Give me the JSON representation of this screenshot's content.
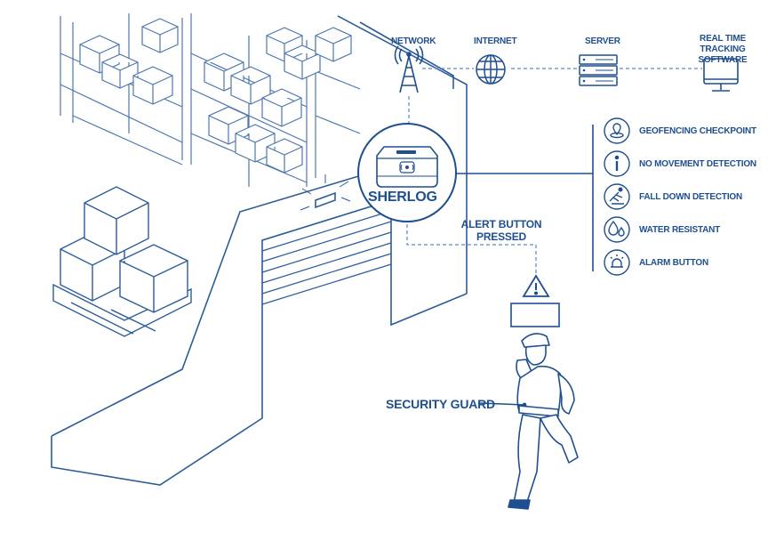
{
  "network_label": "NETWORK",
  "internet_label": "INTERNET",
  "server_label": "SERVER",
  "rtt_label": "REAL TIME TRACKING SOFTWARE",
  "device_label": "SHERLOG",
  "alert_label": "ALERT BUTTON PRESSED",
  "guard_label": "SECURITY GUARD",
  "features": [
    {
      "label": "GEOFENCING CHECKPOINT",
      "icon": "geofence-icon"
    },
    {
      "label": "NO MOVEMENT DETECTION",
      "icon": "info-icon"
    },
    {
      "label": "FALL DOWN DETECTION",
      "icon": "fall-icon"
    },
    {
      "label": "WATER RESISTANT",
      "icon": "water-drop-icon"
    },
    {
      "label": "ALARM BUTTON",
      "icon": "alarm-icon"
    }
  ],
  "colors": {
    "line": "#1f4f8f",
    "light_line": "#9ab5d6",
    "fill": "#eaf1f9"
  }
}
